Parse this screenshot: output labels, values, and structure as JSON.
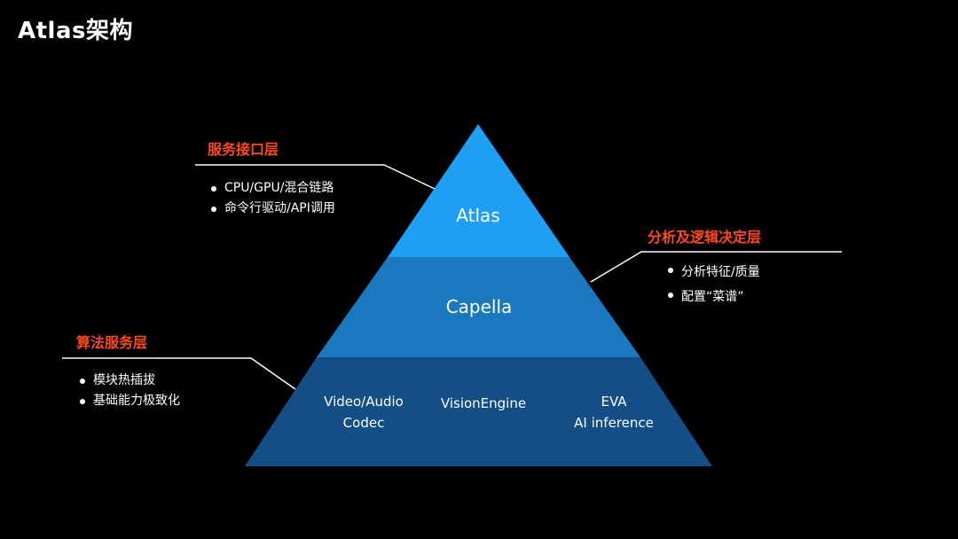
{
  "title": "Atlas架构",
  "colors": {
    "tier_top": "#1da0f2",
    "tier_mid": "#1a78bf",
    "tier_base": "#134e86",
    "heading": "#ff4a1c",
    "leader": "#ffffff"
  },
  "pyramid": {
    "top_label": "Atlas",
    "middle_label": "Capella",
    "base_items": [
      {
        "line1": "Video/Audio",
        "line2": "Codec"
      },
      {
        "line1": "VisionEngine",
        "line2": ""
      },
      {
        "line1": "EVA",
        "line2": "AI inference"
      }
    ]
  },
  "callouts": {
    "service_interface": {
      "heading": "服务接口层",
      "items": [
        "CPU/GPU/混合链路",
        "命令行驱动/API调用"
      ]
    },
    "analysis": {
      "heading": "分析及逻辑决定层",
      "items": [
        "分析特征/质量",
        "配置“菜谱”"
      ]
    },
    "algorithm": {
      "heading": "算法服务层",
      "items": [
        "模块热插拔",
        "基础能力极致化"
      ]
    }
  }
}
